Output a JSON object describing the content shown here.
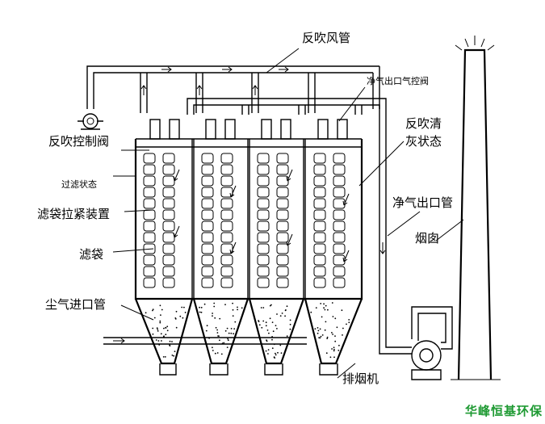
{
  "labels": {
    "reverse_air_duct": "反吹风管",
    "clean_gas_outlet_valve": "净气出口气控阀",
    "reverse_control_valve": "反吹控制阀",
    "filter_state": "过滤状态",
    "reverse_clean_state_1": "反吹清",
    "reverse_clean_state_2": "灰状态",
    "bag_tensioner": "滤袋拉紧装置",
    "clean_gas_outlet_pipe": "净气出口管",
    "chimney": "烟囱",
    "filter_bag": "滤袋",
    "dust_inlet_pipe": "尘气进口管",
    "exhaust_fan": "排烟机"
  },
  "watermark": "华峰恒基环保"
}
